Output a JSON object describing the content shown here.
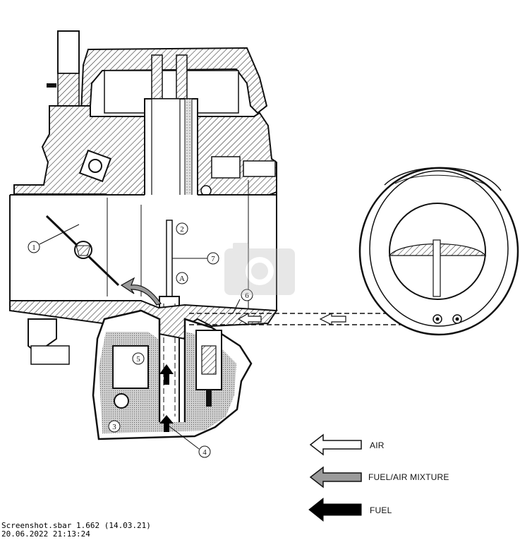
{
  "callouts": {
    "c1": "1",
    "c2": "2",
    "c3": "3",
    "c4": "4",
    "c5": "5",
    "c6": "6",
    "c7": "7",
    "cA": "A"
  },
  "legend": {
    "air": "AIR",
    "mixture": "FUEL/AIR MIXTURE",
    "fuel": "FUEL"
  },
  "colors": {
    "line": "#111111",
    "mixture_fill": "#9a9a9a",
    "fuel_fill": "#000000",
    "air_fill": "#ffffff"
  },
  "footer": {
    "line1": "Screenshot.sbar 1.662 (14.03.21)",
    "line2": "20.06.2022 21:13:24"
  }
}
